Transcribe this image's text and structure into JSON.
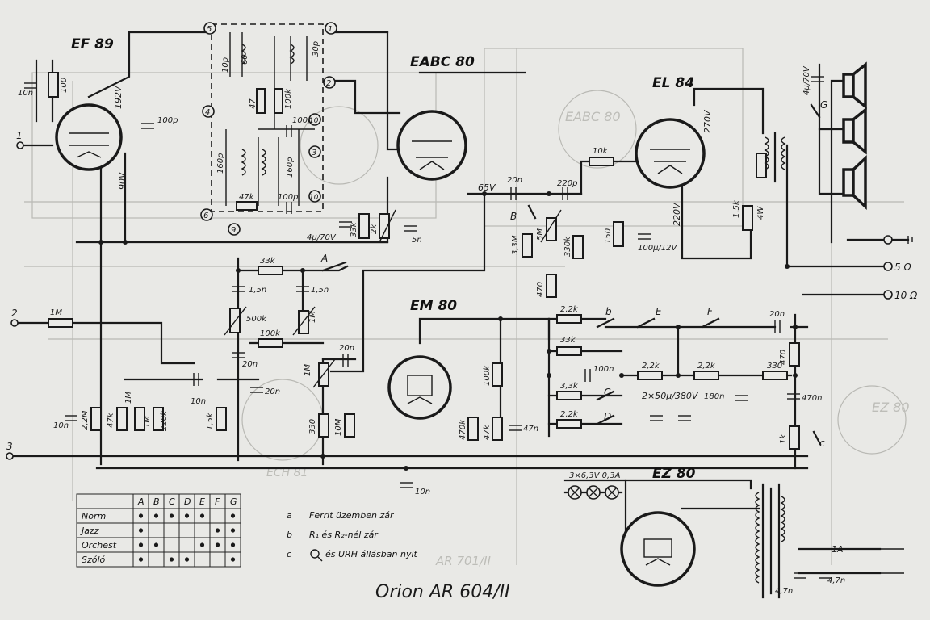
{
  "tubes": {
    "ef89": "EF 89",
    "eabc80": "EABC 80",
    "el84": "EL 84",
    "em80": "EM 80",
    "ez80": "EZ 80"
  },
  "inputs": {
    "in1": "1",
    "in2": "2",
    "in3": "3"
  },
  "coil_numbers": [
    "1",
    "2",
    "3",
    "4",
    "5",
    "6",
    "9",
    "10",
    "10"
  ],
  "voltages": {
    "v192": "192V",
    "v90": "90V",
    "v270": "270V",
    "v65": "65V",
    "v220": "220V",
    "v380": "2×50µ/380V",
    "fuse": "1A"
  },
  "components": {
    "r100_ef": "100",
    "c10n_ef": "10n",
    "c100p": "100p",
    "c10p": "10p",
    "r60": "60",
    "r47": "47",
    "r100k_if": "100k",
    "c30p": "30p",
    "c100p_b": "100p",
    "c160p_a": "160p",
    "c160p_b": "160p",
    "r47k_if": "47k",
    "c100p_c": "100p",
    "c4u": "4µ/70V",
    "r33k_a": "33k",
    "r2k": "2k",
    "c5n": "5n",
    "c20n_a": "20n",
    "c220p": "220p",
    "r10k": "10k",
    "r33m": "3,3M",
    "p5m": "5M",
    "r330k": "330k",
    "r470": "470",
    "r150": "150",
    "c100u": "100µ/12V",
    "r15k_p": "1,5k",
    "r4w": "4W",
    "c4u_70": "4µ/70V",
    "r33k_b": "33k",
    "c15n_a": "1,5n",
    "c15n_b": "1,5n",
    "p500k": "500k",
    "r100k_t": "100k",
    "p1m_a": "1M",
    "r1m_in": "1M",
    "c20n_b": "20n",
    "p1m_b": "1M",
    "c20n_c": "20n",
    "c20n_d": "20n",
    "c10n_m": "10n",
    "r22m": "2,2M",
    "r47k_a": "47k",
    "r1m_a": "1M",
    "r1m_b": "1M",
    "r220k": "220k",
    "c10n_b": "10n",
    "r15k_b": "1,5k",
    "r330": "330",
    "r10m": "10M",
    "r22k_a": "2,2k",
    "r33k_c": "33k",
    "c100n": "100n",
    "r33k_d": "3,3k",
    "r22k_b": "2,2k",
    "r100k_m": "100k",
    "r470k": "470k",
    "r47k_m": "47k",
    "c47n_m": "47n",
    "r22k_c": "2,2k",
    "r22k_d": "2,2k",
    "c180n": "180n",
    "c20n_e": "20n",
    "r470_b": "470",
    "r330_b": "330",
    "c470n": "470n",
    "r1k": "1k",
    "c10n_bot": "10n",
    "lamps": "3×6,3V 0,3A",
    "c47n_a": "4,7n",
    "c47n_b": "4,7n"
  },
  "switches": {
    "A": "A",
    "B": "B",
    "C": "C",
    "D": "D",
    "E": "E",
    "F": "F",
    "G": "G",
    "b": "b",
    "c": "c"
  },
  "outputs": {
    "o5": "5 Ω",
    "o10": "10 Ω"
  },
  "table": {
    "headers": [
      "",
      "A",
      "B",
      "C",
      "D",
      "E",
      "F",
      "G"
    ],
    "rows": [
      {
        "name": "Norm",
        "marks": [
          true,
          true,
          true,
          true,
          true,
          false,
          true
        ]
      },
      {
        "name": "Jazz",
        "marks": [
          true,
          false,
          false,
          false,
          false,
          true,
          true
        ]
      },
      {
        "name": "Orchest",
        "marks": [
          true,
          true,
          false,
          false,
          true,
          true,
          true
        ]
      },
      {
        "name": "Szóló",
        "marks": [
          true,
          false,
          true,
          true,
          false,
          false,
          true
        ]
      }
    ]
  },
  "legend": [
    {
      "key": "a",
      "text": "Ferrit üzemben zár"
    },
    {
      "key": "b",
      "text": "R₁ és R₂-nél zár"
    },
    {
      "key": "c",
      "text": "és URH állásban nyit"
    }
  ],
  "caption": "Orion AR 604/II",
  "ghost_labels": [
    "EABC 80",
    "EZ 80",
    "ECH 81",
    "AR 701/II"
  ]
}
